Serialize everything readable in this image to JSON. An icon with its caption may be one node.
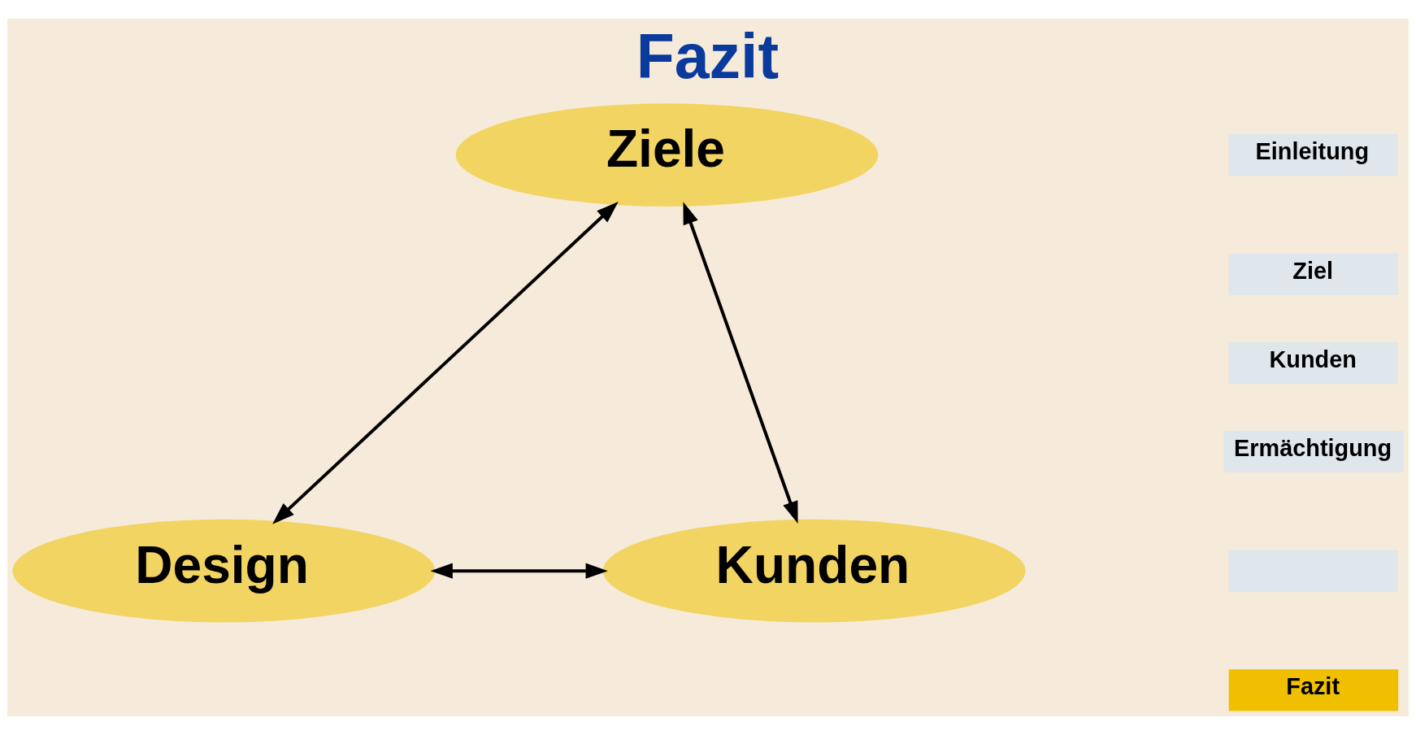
{
  "diagram": {
    "title": "Fazit",
    "nodes": [
      {
        "text": [
          "Ziele"
        ]
      },
      {
        "text": [
          "Design"
        ]
      },
      {
        "text": [
          "Kunden"
        ]
      },
      {
        "text": [
          "Einleitung"
        ]
      },
      {
        "text": [
          "Ziel"
        ]
      },
      {
        "text": [
          "Kunden"
        ]
      },
      {
        "text": [
          "Ermächtigung"
        ]
      },
      {
        "text": [],
        "shape": "box"
      },
      {
        "text": [
          "Fazit"
        ]
      }
    ],
    "edges": [
      {
        "from": 1,
        "to": 0,
        "arrow": "both"
      },
      {
        "from": 0,
        "to": 2,
        "arrow": "both"
      },
      {
        "from": 1,
        "to": 2,
        "arrow": "both"
      }
    ]
  }
}
